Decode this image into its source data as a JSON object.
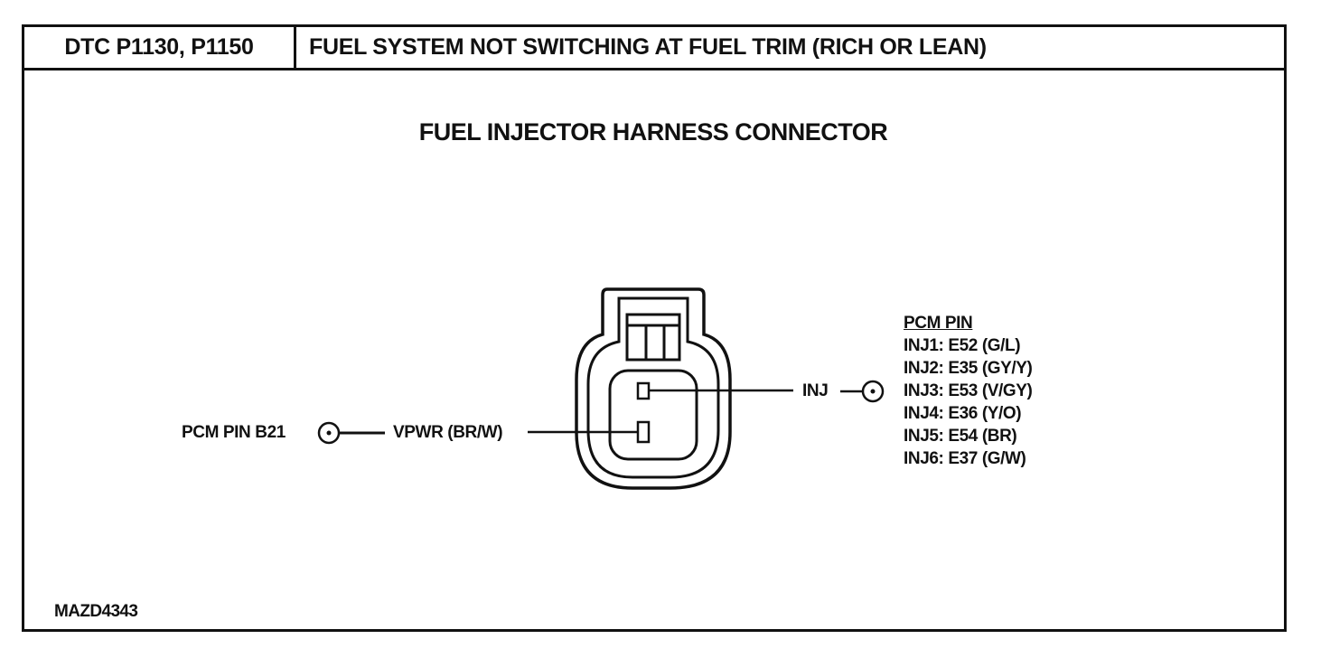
{
  "header": {
    "code": "DTC P1130, P1150",
    "title": "FUEL SYSTEM NOT SWITCHING AT FUEL TRIM (RICH OR LEAN)"
  },
  "diagram": {
    "title": "FUEL INJECTOR HARNESS CONNECTOR",
    "left_pin_label": "PCM PIN B21",
    "vpwr_label": "VPWR (BR/W)",
    "inj_label": "INJ",
    "pin_list": {
      "title": "PCM PIN",
      "items": [
        "INJ1: E52 (G/L)",
        "INJ2: E35 (GY/Y)",
        "INJ3: E53 (V/GY)",
        "INJ4: E36 (Y/O)",
        "INJ5: E54 (BR)",
        "INJ6: E37 (G/W)"
      ]
    }
  },
  "figure_id": "MAZD4343"
}
